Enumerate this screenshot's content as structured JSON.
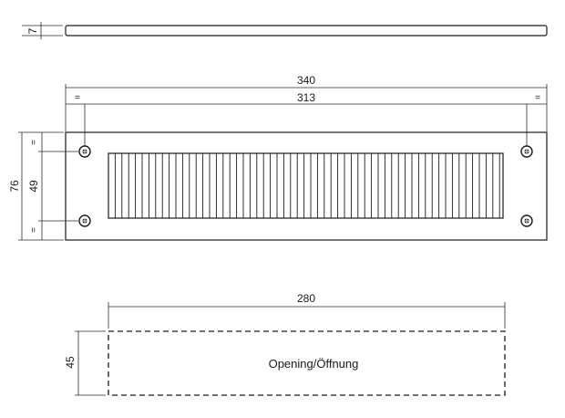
{
  "side_view": {
    "thickness": "7"
  },
  "front_view": {
    "overall_width": "340",
    "hole_spacing_width": "313",
    "overall_height": "76",
    "hole_spacing_height": "49",
    "equal_mark": "="
  },
  "opening_view": {
    "width": "280",
    "height": "45",
    "label": "Opening/Öffnung"
  }
}
